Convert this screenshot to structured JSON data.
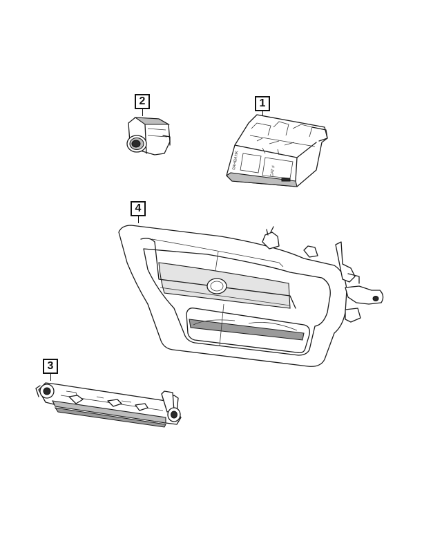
{
  "callouts": [
    {
      "id": "1",
      "label": "1"
    },
    {
      "id": "2",
      "label": "2"
    },
    {
      "id": "3",
      "label": "3"
    },
    {
      "id": "4",
      "label": "4"
    }
  ],
  "module_text": {
    "line_a": "0AHBAHK",
    "line_b": "CAT #"
  },
  "colors": {
    "line": "#1a1a1a",
    "shade": "#bdbdbd",
    "background": "#ffffff"
  }
}
